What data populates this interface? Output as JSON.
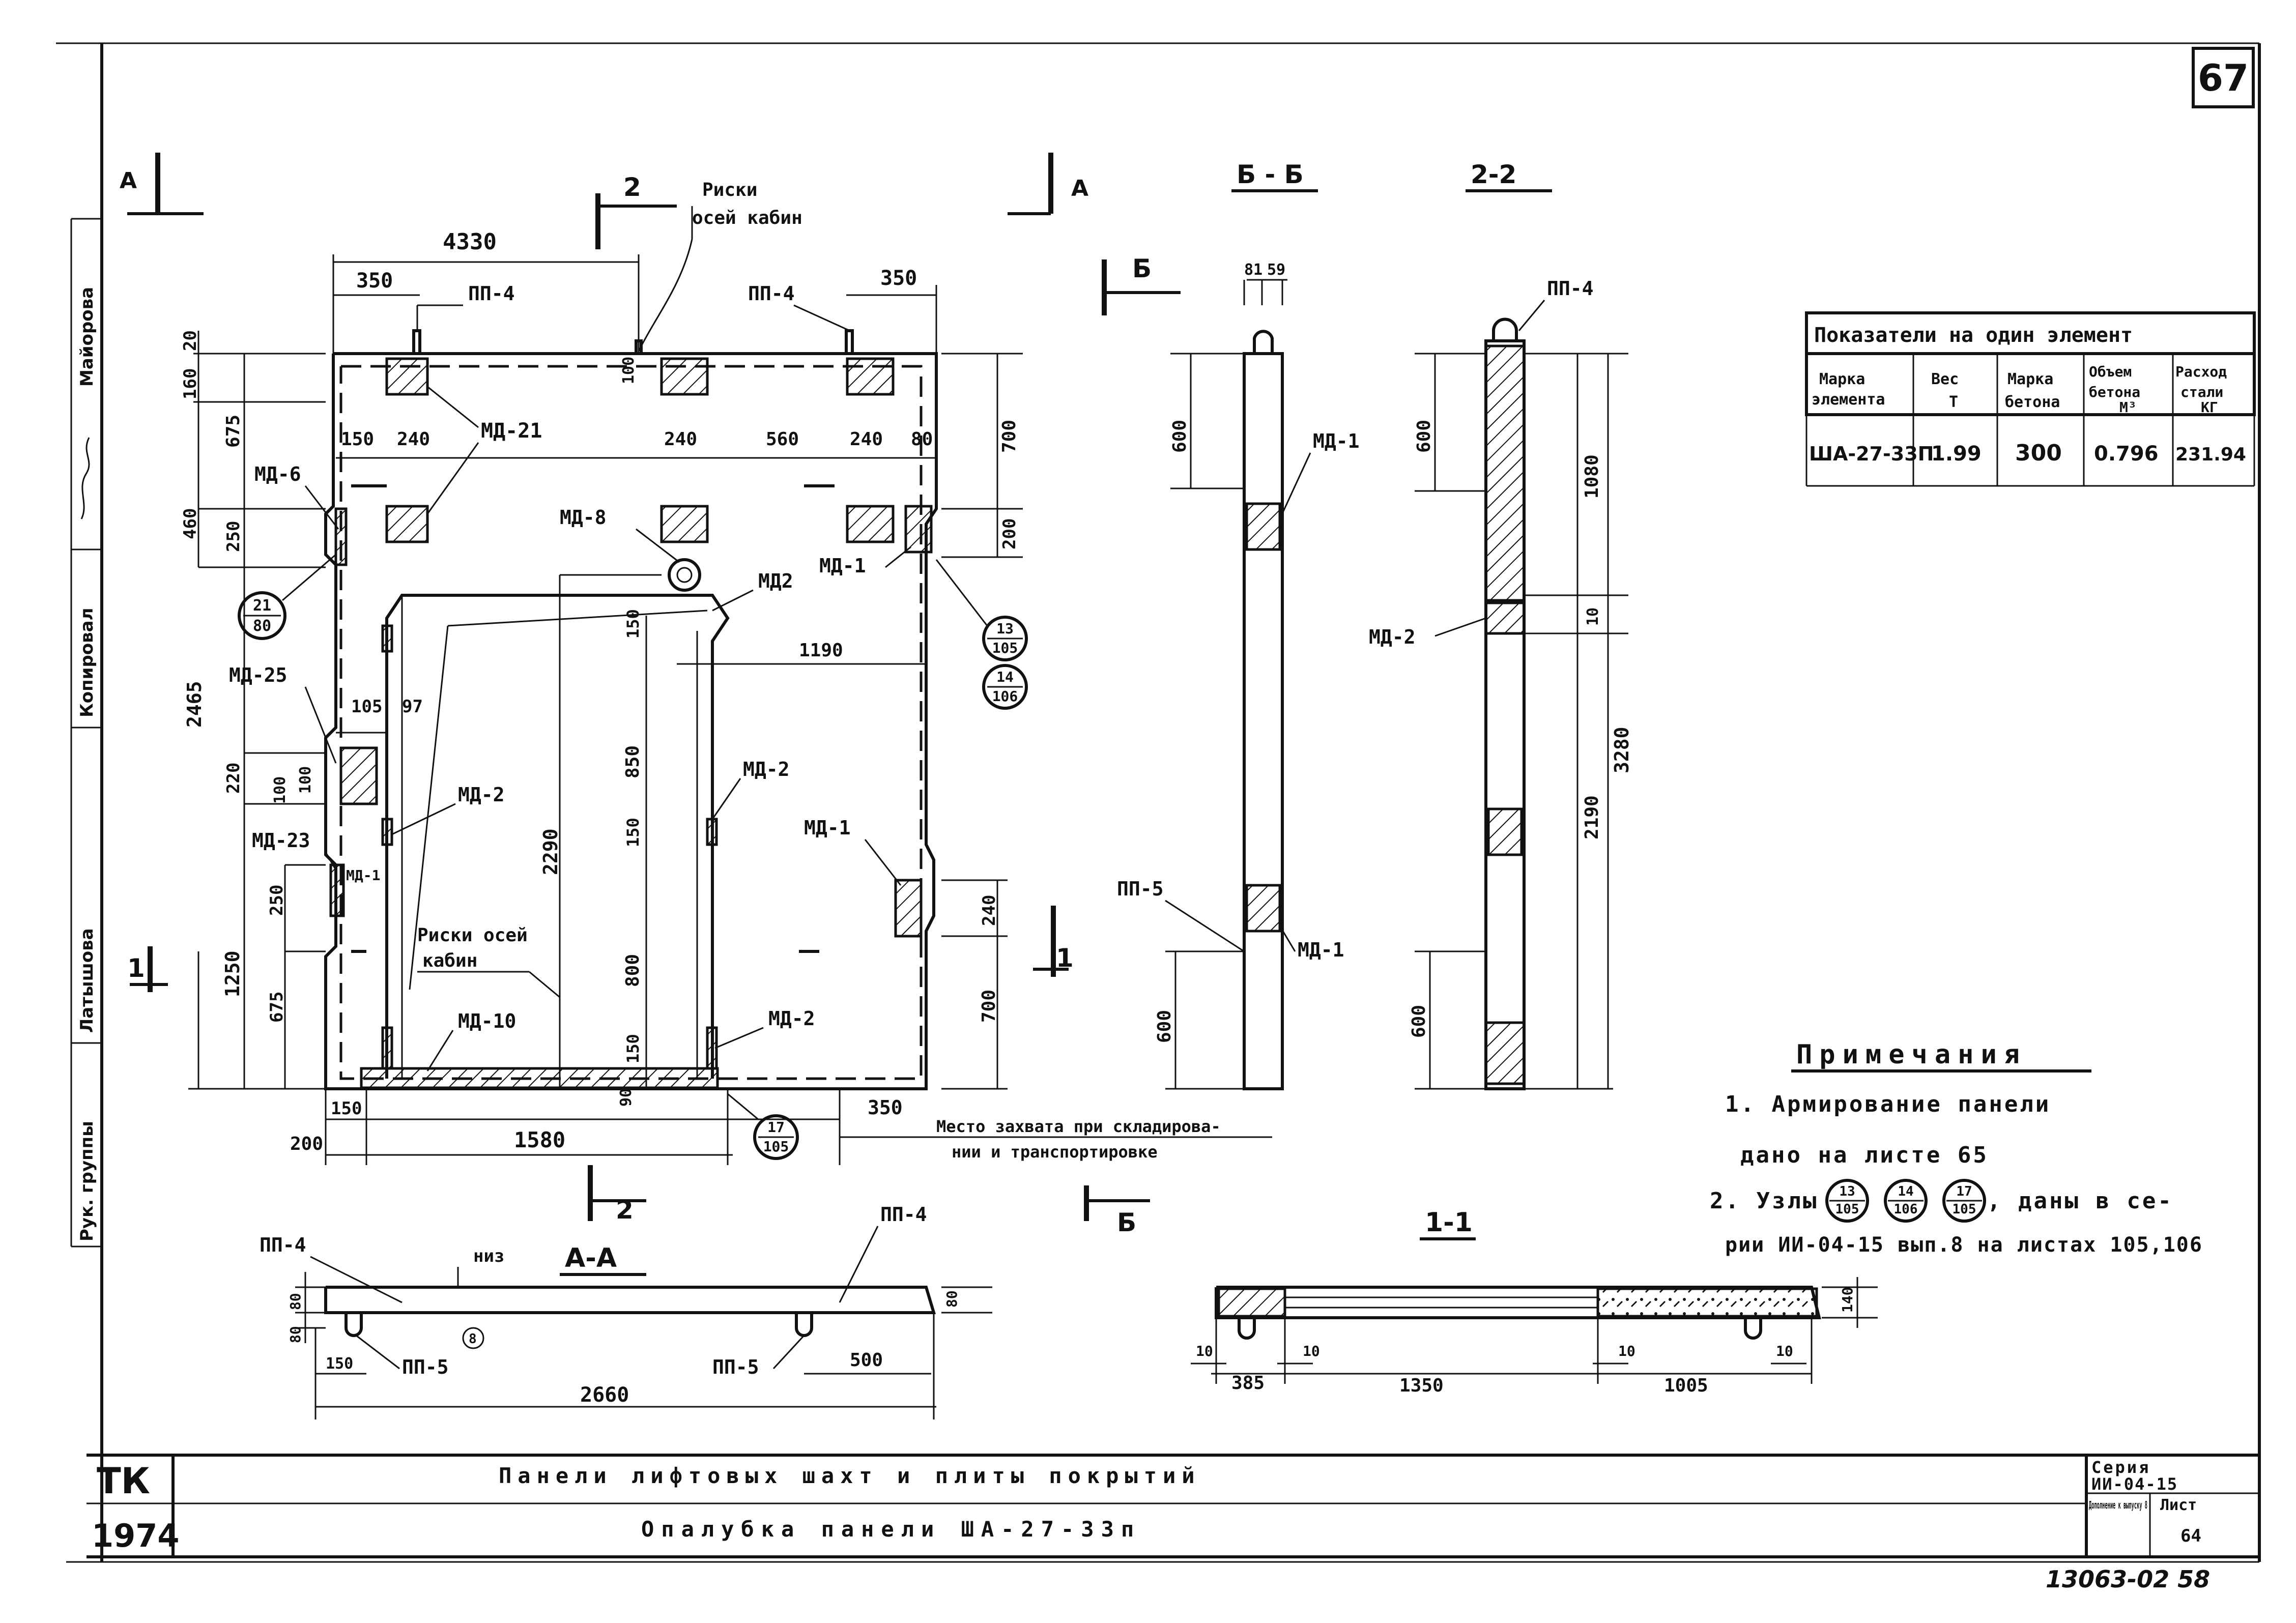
{
  "sheet": {
    "sheet_number": "67",
    "bottom_code": "13063-02 58",
    "title_block": {
      "left_top": "ТК",
      "left_bottom": "1974",
      "title_main": "Панели лифтовых шахт и плиты покрытий",
      "title_sub": "Опалубка панели ША-27-33п",
      "series_label": "Серия",
      "series_value": "ИИ-04-15",
      "issue_label": "Дополнение к выпуску 8",
      "sheet_label": "Лист",
      "sheet_value": "64"
    },
    "side_stamp": [
      "Рук. группы",
      "Латышова",
      "Копировал",
      "Майорова"
    ]
  },
  "elevation": {
    "section_marks": [
      "А",
      "А",
      "2",
      "2",
      "1",
      "1",
      "Б",
      "Б"
    ],
    "label_riski_top": [
      "Риски",
      "осей кабин"
    ],
    "label_riski_bottom": [
      "Риски осей",
      "кабин"
    ],
    "dims": {
      "total_width": "4330",
      "d350a": "350",
      "d350b": "350",
      "d150": "150",
      "d240a": "240",
      "d240b": "240",
      "d560": "560",
      "d240c": "240",
      "d80": "80",
      "d160": "160",
      "d20": "20",
      "d100": "100",
      "d675a": "675",
      "d700a": "700",
      "d460": "460",
      "d250a": "250",
      "d200": "200",
      "d150b": "150",
      "d1190": "1190",
      "d2465": "2465",
      "d105": "105",
      "d97": "97",
      "d220": "220",
      "d100b": "100",
      "d100c": "100",
      "d850": "850",
      "d2290": "2290",
      "d150c": "150",
      "d250b": "250",
      "d1250": "1250",
      "d675b": "675",
      "d800": "800",
      "d240d": "240",
      "d700b": "700",
      "d150d": "150",
      "d90": "90",
      "d150e": "150",
      "d200b": "200",
      "d1580": "1580",
      "d350c": "350"
    },
    "labels": {
      "pp4a": "ПП-4",
      "pp4b": "ПП-4",
      "md21": "МД-21",
      "md6": "МД-6",
      "md8": "МД-8",
      "md2a": "МД2",
      "md1a": "МД-1",
      "md25": "МД-25",
      "md2b": "МД-2",
      "md2c": "МД-2",
      "md23": "МД-23",
      "md1b": "МД-1",
      "md1c": "МД-1",
      "md10": "МД-10",
      "md2d": "МД-2",
      "note_transport": [
        "Место захвата при складирова-",
        "нии и транспортировке"
      ]
    },
    "callouts": [
      {
        "top": "21",
        "bottom": "80"
      },
      {
        "top": "13",
        "bottom": "105"
      },
      {
        "top": "14",
        "bottom": "106"
      },
      {
        "top": "17",
        "bottom": "105"
      }
    ]
  },
  "section_bb": {
    "title": "Б - Б",
    "dims": {
      "d81": "81",
      "d59": "59",
      "d600a": "600",
      "d600b": "600"
    },
    "labels": {
      "md1a": "МД-1",
      "pp5": "ПП-5",
      "md1b": "МД-1"
    }
  },
  "section_22": {
    "title": "2-2",
    "dims": {
      "d600a": "600",
      "d1080": "1080",
      "d10": "10",
      "d3280": "3280",
      "d2190": "2190",
      "d600b": "600"
    },
    "labels": {
      "pp4": "ПП-4",
      "md2": "МД-2"
    }
  },
  "section_aa": {
    "title": "А-А",
    "labels": {
      "pp4a": "ПП-4",
      "pp4b": "ПП-4",
      "niz": "низ",
      "pp5a": "ПП-5",
      "pp5b": "ПП-5"
    },
    "dims": {
      "d80a": "80",
      "d80b": "80",
      "d80c": "80",
      "d150": "150",
      "d500": "500",
      "d2660": "2660",
      "d8": "8"
    }
  },
  "section_11": {
    "title": "1-1",
    "dims": {
      "d10a": "10",
      "d10b": "10",
      "d10c": "10",
      "d10d": "10",
      "d385": "385",
      "d1350": "1350",
      "d1005": "1005",
      "d140": "140"
    }
  },
  "table": {
    "title": "Показатели на один элемент",
    "headers": [
      [
        "Марка",
        "элемента"
      ],
      [
        "Вес",
        "Т"
      ],
      [
        "Марка",
        "бетона"
      ],
      [
        "Объем",
        "бетона",
        "М³"
      ],
      [
        "Расход",
        "стали",
        "КГ"
      ]
    ],
    "row": [
      "ША-27-33П",
      "1.99",
      "300",
      "0.796",
      "231.94"
    ]
  },
  "notes": {
    "title": "Примечания",
    "lines": [
      "1. Армирование панели",
      "дано на листе 65",
      "2. Узлы",
      ", даны в се-",
      "рии ИИ-04-15 вып.8 на листах 105,106"
    ],
    "callouts": [
      {
        "top": "13",
        "bottom": "105"
      },
      {
        "top": "14",
        "bottom": "106"
      },
      {
        "top": "17",
        "bottom": "105"
      }
    ]
  }
}
